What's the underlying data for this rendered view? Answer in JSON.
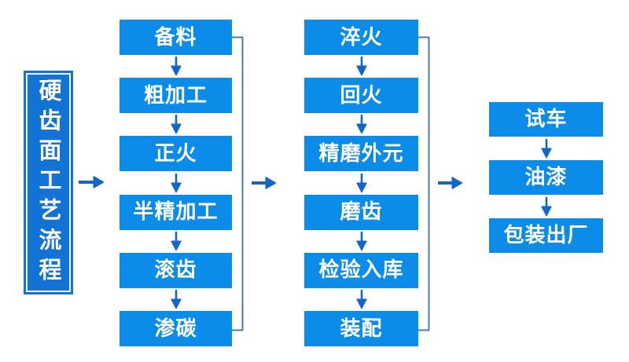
{
  "diagram": {
    "title": "硬齿面工艺流程",
    "columns": [
      {
        "name": "stage-1",
        "steps": [
          "备料",
          "粗加工",
          "正火",
          "半精加工",
          "滚齿",
          "渗碳"
        ],
        "has_return_bracket": true
      },
      {
        "name": "stage-2",
        "steps": [
          "淬火",
          "回火",
          "精磨外元",
          "磨齿",
          "检验入库",
          "装配"
        ],
        "has_return_bracket": true
      },
      {
        "name": "stage-3",
        "steps": [
          "试车",
          "油漆",
          "包装出厂"
        ],
        "has_return_bracket": false
      }
    ],
    "colors": {
      "process_box": "#0a8ce8",
      "title_box": "#1273d4",
      "arrow": "#1166cc",
      "bracket_line": "#4a78b2",
      "text": "#ffffff",
      "background": "#ffffff"
    },
    "icons": {
      "step_connector": "down-arrow",
      "stage_connector": "right-arrow"
    }
  }
}
